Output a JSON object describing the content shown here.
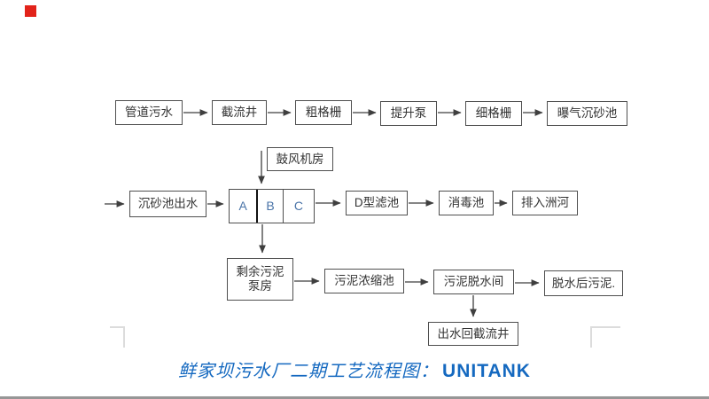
{
  "caption": {
    "zh": "鲜家坝污水厂二期工艺流程图：",
    "en": "UNITANK"
  },
  "nodes": {
    "pipe_sewage": "管道污水",
    "intercept_well": "截流井",
    "coarse_screen": "粗格栅",
    "lift_pump": "提升泵",
    "fine_screen": "细格栅",
    "aerated_grit": "曝气沉砂池",
    "blower_room": "鼓风机房",
    "grit_outflow": "沉砂池出水",
    "cell_a": "A",
    "cell_b": "B",
    "cell_c": "C",
    "d_filter": "D型滤池",
    "disinfect": "消毒池",
    "discharge": "排入洲河",
    "surplus_sludge_1": "剩余污泥",
    "surplus_sludge_2": "泵房",
    "sludge_thicken": "污泥浓缩池",
    "sludge_dewater": "污泥脱水间",
    "dewatered_sludge": "脱水后污泥.",
    "return_well": "出水回截流井"
  },
  "colors": {
    "caption_blue": "#1569c0",
    "box_border_gray": "#4f4f4f",
    "abc_letter_blue": "#4a74a8",
    "arrow_dark": "#3f3f3f",
    "red_marker": "#e2231a",
    "corner_mark_gray": "#dcdcdc",
    "bottom_rule_gray": "#969696"
  }
}
